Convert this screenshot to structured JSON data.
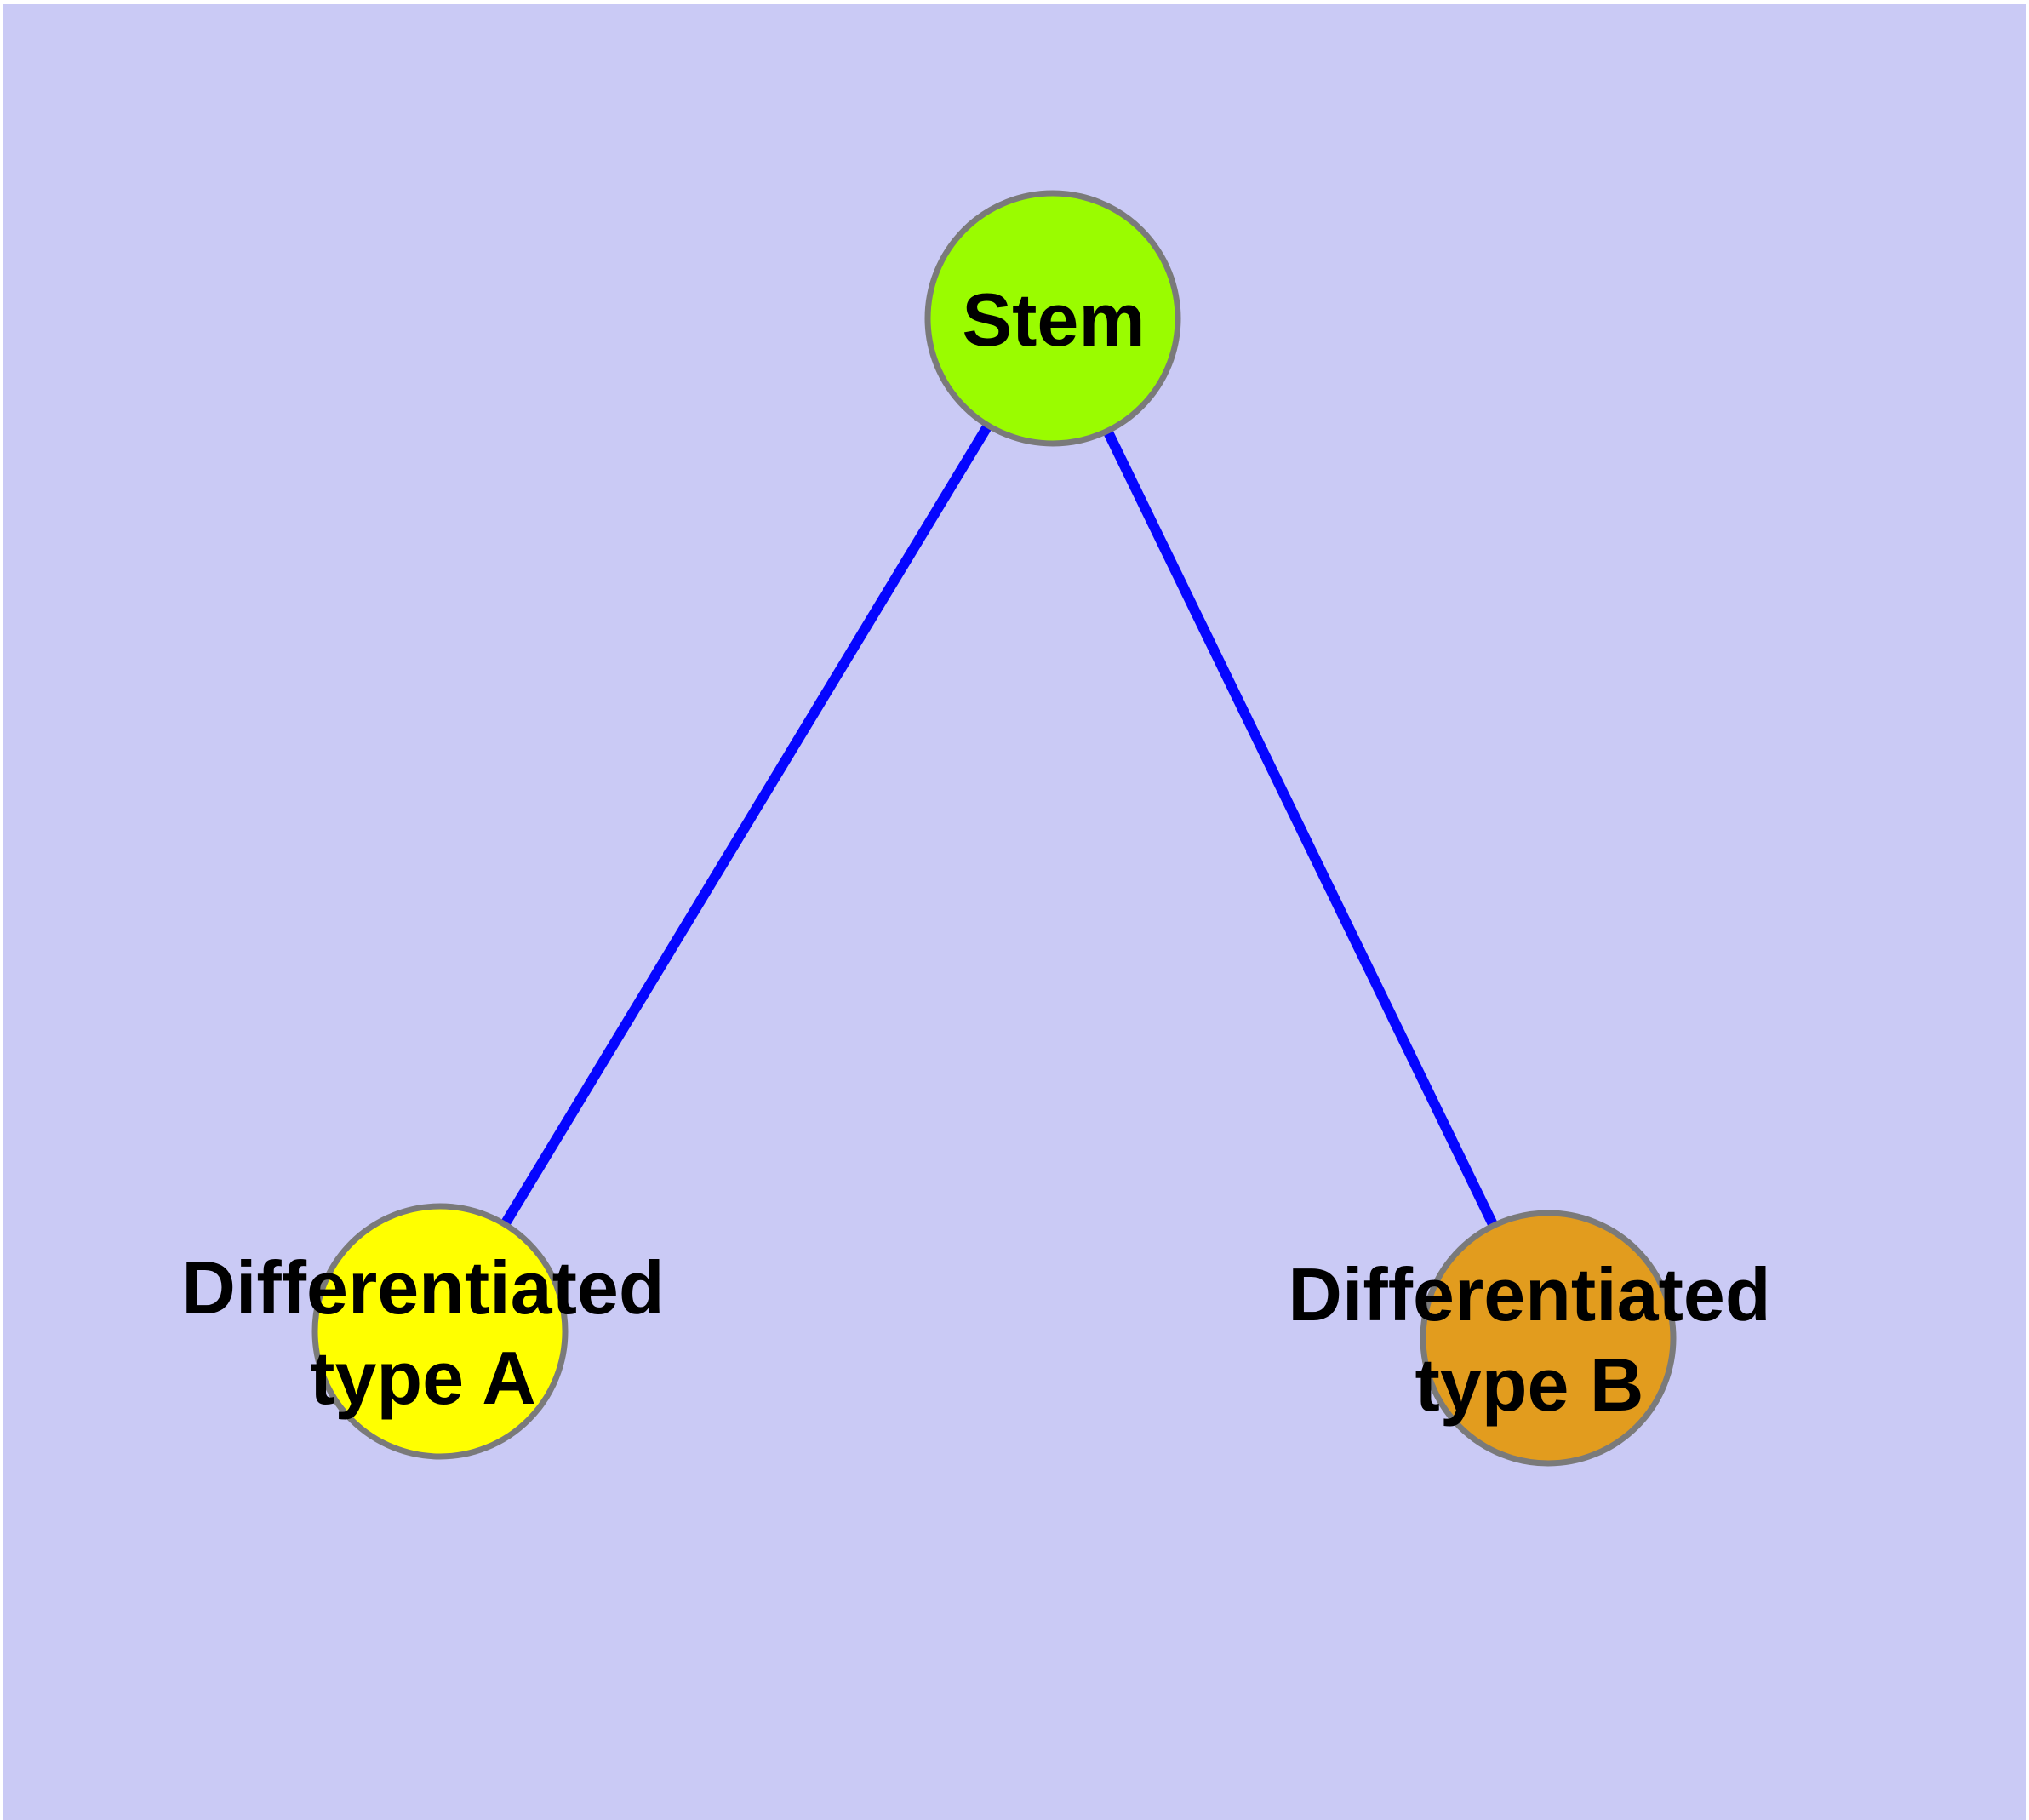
{
  "diagram": {
    "background_color": "#CACAF5",
    "page_margin_color": "#FFFFFF",
    "edge_color": "#0505FF",
    "node_border_color": "#7A7A7A",
    "text_color": "#000000",
    "nodes": [
      {
        "id": "stem",
        "label": "Stem",
        "color": "#9AFC00",
        "shape": "circle"
      },
      {
        "id": "type-a",
        "label_line1": "Differentiated",
        "label_line2": "type A",
        "color": "#FFFF00",
        "shape": "circle"
      },
      {
        "id": "type-b",
        "label_line1": "Differentiated",
        "label_line2": "type B",
        "color": "#E29C1E",
        "shape": "circle"
      }
    ],
    "edges": [
      {
        "from": "stem",
        "to": "type-a"
      },
      {
        "from": "stem",
        "to": "type-b"
      }
    ]
  }
}
